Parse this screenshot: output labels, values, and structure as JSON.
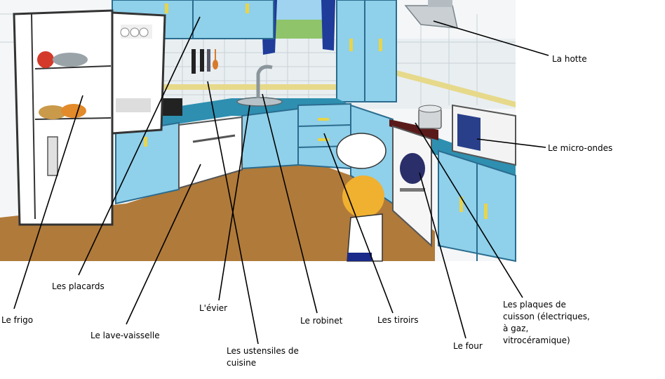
{
  "labels": {
    "hotte": "La hotte",
    "micro_ondes": "Le micro-ondes",
    "placards": "Les placards",
    "frigo": "Le frigo",
    "lave_vaisselle": "Le lave-vaisselle",
    "evier": "L'évier",
    "ustensiles": "Les ustensiles de cuisine",
    "robinet": "Le robinet",
    "tiroirs": "Les tiroirs",
    "four": "Le four",
    "plaques": "Les plaques de cuisson (électriques, à gaz, vitrocéramique)"
  }
}
